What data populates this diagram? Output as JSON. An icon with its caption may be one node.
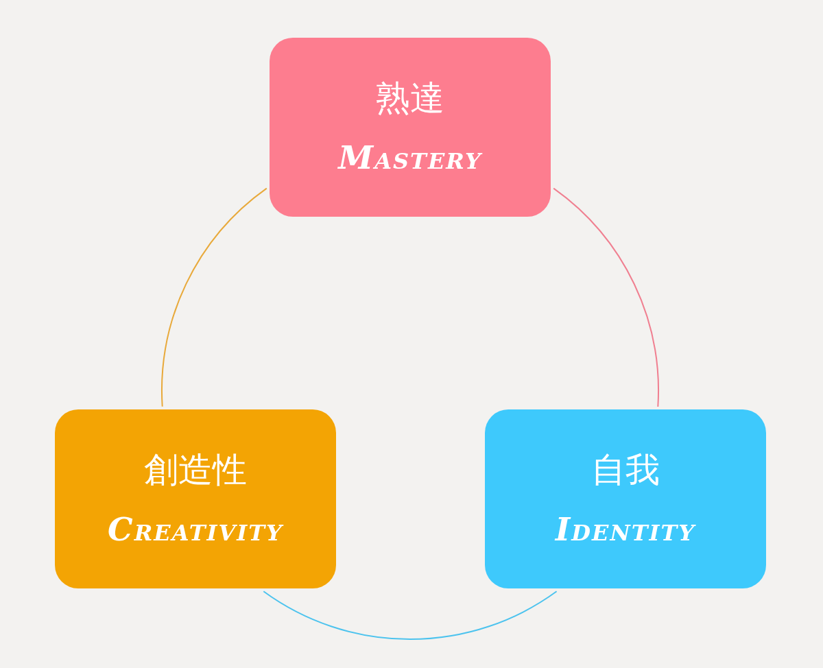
{
  "diagram": {
    "nodes": [
      {
        "text": [
          "熟達",
          "Mastery"
        ]
      },
      {
        "text": [
          "創造性",
          "Creativity"
        ]
      },
      {
        "text": [
          "自我",
          "Identity"
        ]
      }
    ],
    "edges": [
      {
        "from": 0,
        "to": 2,
        "arrow": "none",
        "color": "#f07f90"
      },
      {
        "from": 2,
        "to": 1,
        "arrow": "none",
        "color": "#4cc3ee"
      },
      {
        "from": 1,
        "to": 0,
        "arrow": "none",
        "color": "#e8a93a"
      }
    ]
  }
}
